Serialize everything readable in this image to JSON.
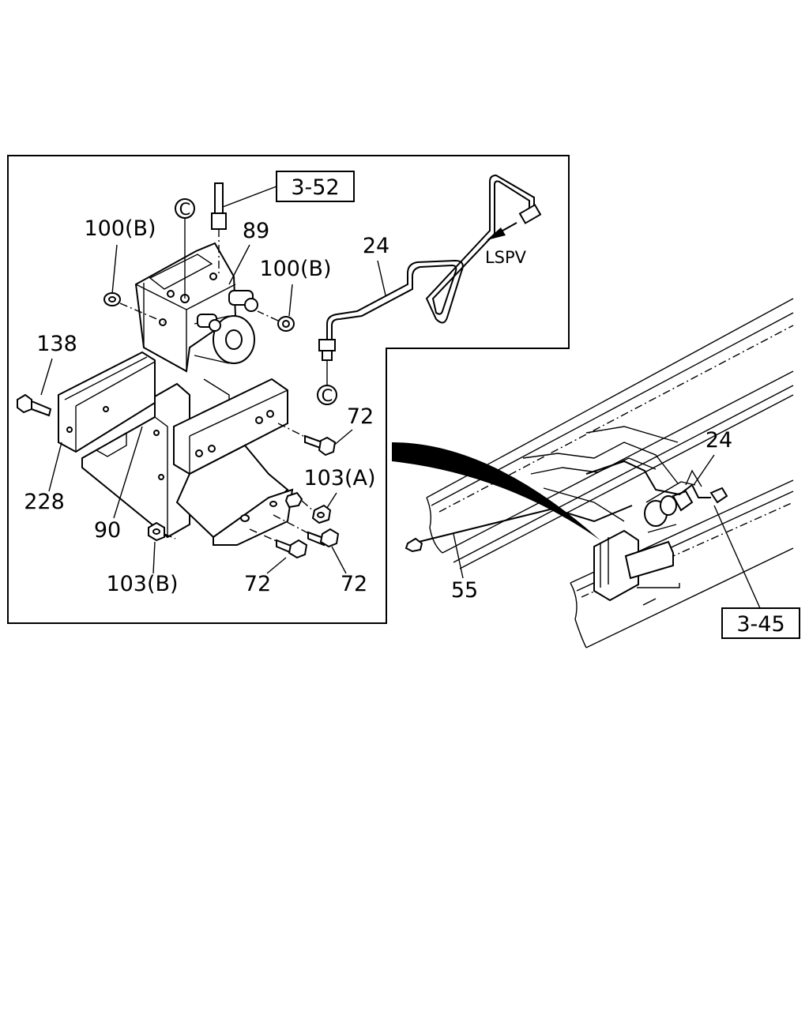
{
  "diagram": {
    "callouts": {
      "ref_3_52": "3-52",
      "ref_3_45": "3-45",
      "c_top": "C",
      "c_bottom": "C",
      "p100b_left": "100(B)",
      "p100b_right": "100(B)",
      "p89": "89",
      "p24_inset": "24",
      "lspv": "LSPV",
      "p138": "138",
      "p228": "228",
      "p90": "90",
      "p72_top": "72",
      "p103a": "103(A)",
      "p103b": "103(B)",
      "p72_left": "72",
      "p72_right": "72",
      "p24_frame": "24",
      "p55": "55"
    }
  }
}
